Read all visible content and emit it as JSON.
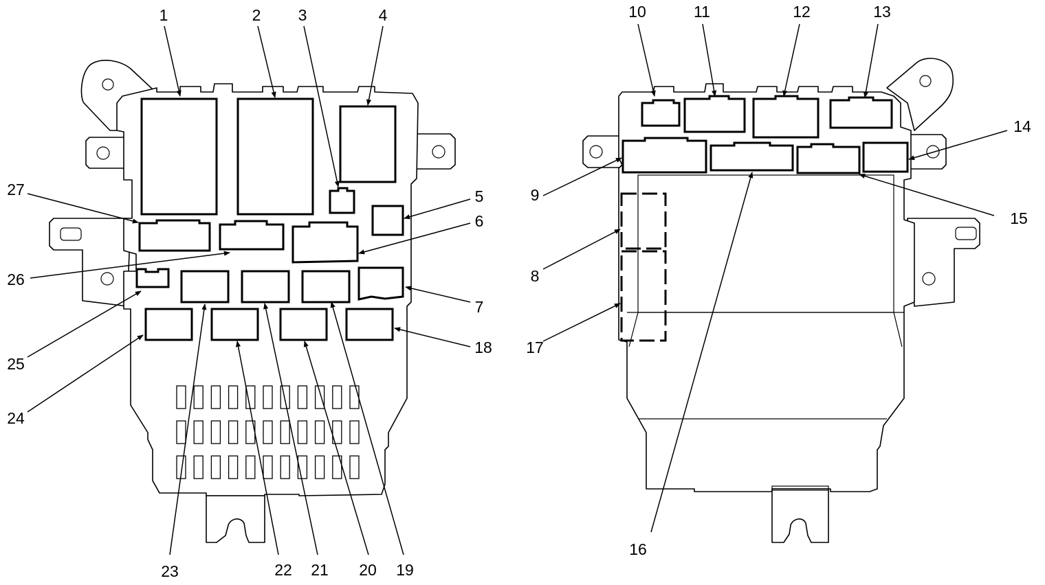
{
  "callouts": [
    {
      "id": "c1",
      "text": "1"
    },
    {
      "id": "c2",
      "text": "2"
    },
    {
      "id": "c3",
      "text": "3"
    },
    {
      "id": "c4",
      "text": "4"
    },
    {
      "id": "c5",
      "text": "5"
    },
    {
      "id": "c6",
      "text": "6"
    },
    {
      "id": "c7",
      "text": "7"
    },
    {
      "id": "c8",
      "text": "8"
    },
    {
      "id": "c9",
      "text": "9"
    },
    {
      "id": "c10",
      "text": "10"
    },
    {
      "id": "c11",
      "text": "11"
    },
    {
      "id": "c12",
      "text": "12"
    },
    {
      "id": "c13",
      "text": "13"
    },
    {
      "id": "c14",
      "text": "14"
    },
    {
      "id": "c15",
      "text": "15"
    },
    {
      "id": "c16",
      "text": "16"
    },
    {
      "id": "c17",
      "text": "17"
    },
    {
      "id": "c18",
      "text": "18"
    },
    {
      "id": "c19",
      "text": "19"
    },
    {
      "id": "c20",
      "text": "20"
    },
    {
      "id": "c21",
      "text": "21"
    },
    {
      "id": "c22",
      "text": "22"
    },
    {
      "id": "c23",
      "text": "23"
    },
    {
      "id": "c24",
      "text": "24"
    },
    {
      "id": "c25",
      "text": "25"
    },
    {
      "id": "c26",
      "text": "26"
    },
    {
      "id": "c27",
      "text": "27"
    }
  ],
  "fuse_grid": {
    "rows": 3,
    "columns": 11
  },
  "colors": {
    "line": "#000000",
    "background": "#ffffff"
  }
}
